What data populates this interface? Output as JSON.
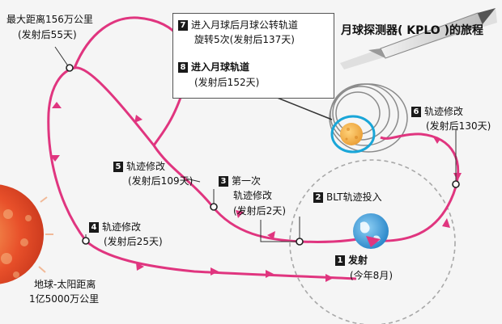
{
  "title": "月球探测器( KPLO )的旅程",
  "labels": {
    "farthest_distance": "最大距离156万公里",
    "farthest_days": "(发射后55天)",
    "earth_sun_distance_line1": "地球-太阳距离",
    "earth_sun_distance_line2": "1亿5000万公里"
  },
  "steps": [
    {
      "num": "1",
      "title": "发射",
      "sub": "(今年8月)"
    },
    {
      "num": "2",
      "title": "BLT轨迹投入",
      "sub": ""
    },
    {
      "num": "3",
      "title": "第一次",
      "title2": "轨迹修改",
      "sub": "(发射后2天)"
    },
    {
      "num": "4",
      "title": "轨迹修改",
      "sub": "(发射后25天)"
    },
    {
      "num": "5",
      "title": "轨迹修改",
      "sub": "(发射后109天)"
    },
    {
      "num": "6",
      "title": "轨迹修改",
      "sub": "(发射后130天)"
    },
    {
      "num": "7",
      "title": "进入月球后月球公转轨道",
      "sub": "旋转5次(发射后137天)"
    },
    {
      "num": "8",
      "title": "进入月球轨道",
      "sub": "(发射后152天)"
    }
  ],
  "colors": {
    "trajectory": "#e0357f",
    "orbit": "#999999",
    "moon_orbit": "#1aa6d8",
    "sun": "#e8502a",
    "earth": "#2d8fd0",
    "moon": "#f2b24a"
  }
}
